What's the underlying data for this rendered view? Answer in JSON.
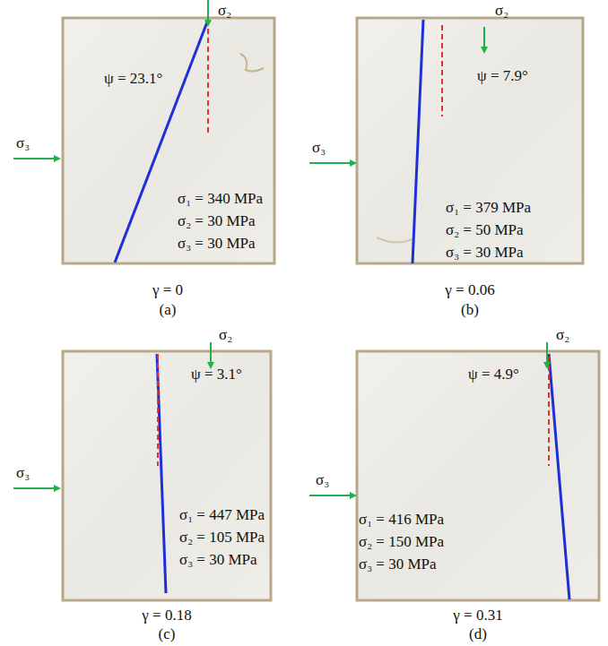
{
  "diagram": {
    "labels": [
      "σ₂",
      "ψ = 23.1°",
      "σ₃",
      "σ₁ = 340 MPa",
      "σ₂ = 30 MPa",
      "σ₃ = 30 MPa",
      "γ = 0",
      "(a)",
      "σ₂",
      "ψ = 7.9°",
      "σ₃",
      "σ₁ = 379 MPa",
      "σ₂ = 50 MPa",
      "σ₃ = 30 MPa",
      "γ = 0.06",
      "(b)",
      "σ₂",
      "ψ = 3.1°",
      "σ₃",
      "σ₁ = 447 MPa",
      "σ₂ = 105 MPa",
      "σ₃ = 30 MPa",
      "γ = 0.18",
      "(c)",
      "σ₂",
      "ψ = 4.9°",
      "σ₃",
      "σ₁ = 416 MPa",
      "σ₂ = 150 MPa",
      "σ₃ = 30 MPa",
      "γ = 0.31",
      "(d)"
    ]
  }
}
